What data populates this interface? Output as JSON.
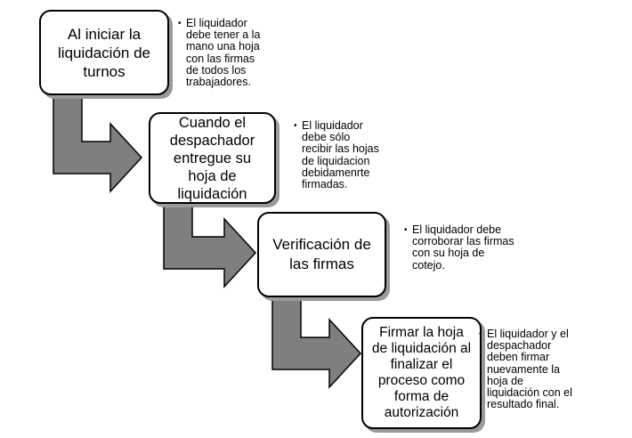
{
  "diagram": {
    "steps": [
      {
        "label": "Al iniciar la\nliquidación de\nturnos"
      },
      {
        "label": "Cuando el\ndespachador\nentregue su\nhoja de\nliquidación"
      },
      {
        "label": "Verificación de\nlas firmas"
      },
      {
        "label": "Firmar la hoja\nde liquidación al\nfinalizar el\nproceso como\nforma de\nautorización"
      }
    ],
    "notes": [
      {
        "bullet": "•",
        "text": "El liquidador\ndebe tener a la\nmano una hoja\ncon las firmas\nde todos los\ntrabajadores."
      },
      {
        "bullet": "•",
        "text": "El liquidador\ndebe sólo\nrecibir las hojas\nde liquidacion\ndebidamenrte\nfirmadas."
      },
      {
        "bullet": "•",
        "text": "El  liquidador debe\ncorroborar las firmas\ncon su  hoja de\ncotejo."
      },
      {
        "bullet": "•",
        "text": "El liquidador y el\ndespachador\ndeben firmar\nnuevamente la\nhoja de\nliquidación con el\nresultado final."
      }
    ],
    "colors": {
      "arrow_fill": "#7f7f7f",
      "arrow_stroke": "#000000",
      "box_border": "#000000",
      "box_shadow": "#9a9a9a"
    }
  }
}
